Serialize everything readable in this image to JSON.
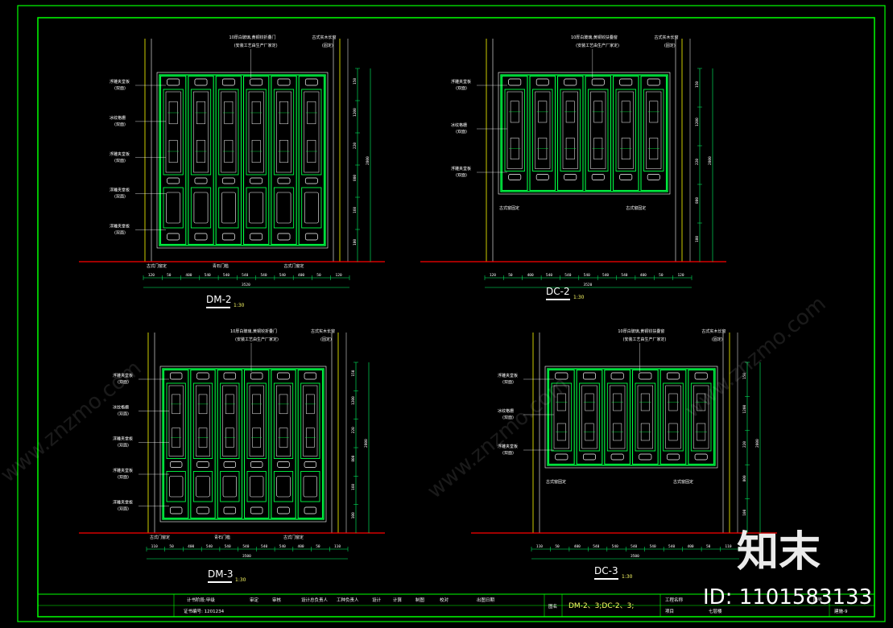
{
  "colors": {
    "background": "#000000",
    "frame": "#00ff00",
    "panel": "#00ff44",
    "inner": "#ffffff",
    "floor": "#ff0000",
    "dim": "#00ff66",
    "edge": "#ffff00",
    "text": "#ffffff"
  },
  "views": [
    {
      "id": "dm2",
      "title": "DM-2",
      "scale": "1:30",
      "top_notes": [
        "10厚白玻璃,黄铜铰折叠门",
        "(安装工艺由生产厂家定)"
      ],
      "top_right_note": [
        "古式实木长窗",
        "(固定)"
      ],
      "left_labels": [
        [
          "浮雕夹堂板",
          "(双面)"
        ],
        [
          "冰纹格栅",
          "(双面)"
        ],
        [
          "浮雕夹堂板",
          "(双面)"
        ],
        [
          "浮雕夹堂板",
          "(双面)"
        ],
        [
          "浮雕夹堂板",
          "(双面)"
        ]
      ],
      "bottom_labels": [
        "古式门窗定",
        "青石门槛",
        "古式门窗定"
      ],
      "dims": [
        "120",
        "50",
        "400",
        "540",
        "540",
        "540",
        "540",
        "540",
        "400",
        "50",
        "120"
      ],
      "total_dim": "3520",
      "right_dims": [
        "150",
        "1200",
        "220",
        "800",
        "160",
        "100"
      ],
      "right_total": "2800"
    },
    {
      "id": "dc2",
      "title": "DC-2",
      "scale": "1:30",
      "top_notes": [
        "10厚白玻璃,黄铜铰扶叠窗",
        "(安装工艺由生产厂家定)"
      ],
      "top_right_note": [
        "古式实木长窗",
        "(固定)"
      ],
      "left_labels": [
        [
          "浮雕夹堂板",
          "(双面)"
        ],
        [
          "冰纹格栅",
          "(双面)"
        ],
        [
          "浮雕夹堂板",
          "(双面)"
        ]
      ],
      "bottom_labels": [
        "古式窗固定",
        "古式窗固定"
      ],
      "dims": [
        "120",
        "50",
        "400",
        "540",
        "540",
        "540",
        "540",
        "540",
        "400",
        "50",
        "120"
      ],
      "total_dim": "3520",
      "right_dims": [
        "150",
        "1200",
        "220",
        "800",
        "100"
      ],
      "right_total": "2800"
    },
    {
      "id": "dm3",
      "title": "DM-3",
      "scale": "1:30",
      "top_notes": [
        "10厚白玻璃,黄铜铰折叠门",
        "(安装工艺由生产厂家定)"
      ],
      "top_right_note": [
        "古式实木长窗",
        "(固定)"
      ],
      "left_labels": [
        [
          "浮雕夹堂板",
          "(双面)"
        ],
        [
          "冰纹格栅",
          "(双面)"
        ],
        [
          "浮雕夹堂板",
          "(双面)"
        ],
        [
          "浮雕夹堂板",
          "(双面)"
        ],
        [
          "浮雕夹堂板",
          "(双面)"
        ]
      ],
      "bottom_labels": [
        "古式门窗定",
        "青石门槛",
        "古式门窗定"
      ],
      "dims": [
        "110",
        "50",
        "400",
        "540",
        "540",
        "540",
        "540",
        "540",
        "400",
        "50",
        "110"
      ],
      "total_dim": "3500",
      "right_dims": [
        "150",
        "1200",
        "220",
        "800",
        "160",
        "100"
      ],
      "right_total": "2800"
    },
    {
      "id": "dc3",
      "title": "DC-3",
      "scale": "1:30",
      "top_notes": [
        "10厚白玻璃,黄铜铰扶叠窗",
        "(安装工艺由生产厂家定)"
      ],
      "top_right_note": [
        "古式实木长窗",
        "(固定)"
      ],
      "left_labels": [
        [
          "浮雕夹堂板",
          "(双面)"
        ],
        [
          "冰纹格栅",
          "(双面)"
        ],
        [
          "浮雕夹堂板",
          "(双面)"
        ]
      ],
      "bottom_labels": [
        "古式窗固定",
        "古式窗固定"
      ],
      "dims": [
        "110",
        "50",
        "400",
        "540",
        "540",
        "540",
        "540",
        "540",
        "400",
        "50",
        "110"
      ],
      "total_dim": "3500",
      "right_dims": [
        "150",
        "1200",
        "220",
        "800",
        "100"
      ],
      "right_total": "2800"
    }
  ],
  "title_block": {
    "cells": [
      "计书阶段:甲级",
      "审定",
      "审核",
      "设计总负责人",
      "工种负责人",
      "设计",
      "计算",
      "制图",
      "校对",
      "出图日期"
    ],
    "cert": "证书编号: 1201234",
    "drawing_label": "图名",
    "drawing_name": "DM-2、3;DC-2、3;",
    "project_label": "工程名称",
    "item_label": "项目",
    "item_value": "七层楼",
    "sheet_label": "图号",
    "sheet_no": "建施-9"
  },
  "watermark": {
    "brand": "知末",
    "text": "www.znzmo.com",
    "id": "ID: 1101583133"
  }
}
